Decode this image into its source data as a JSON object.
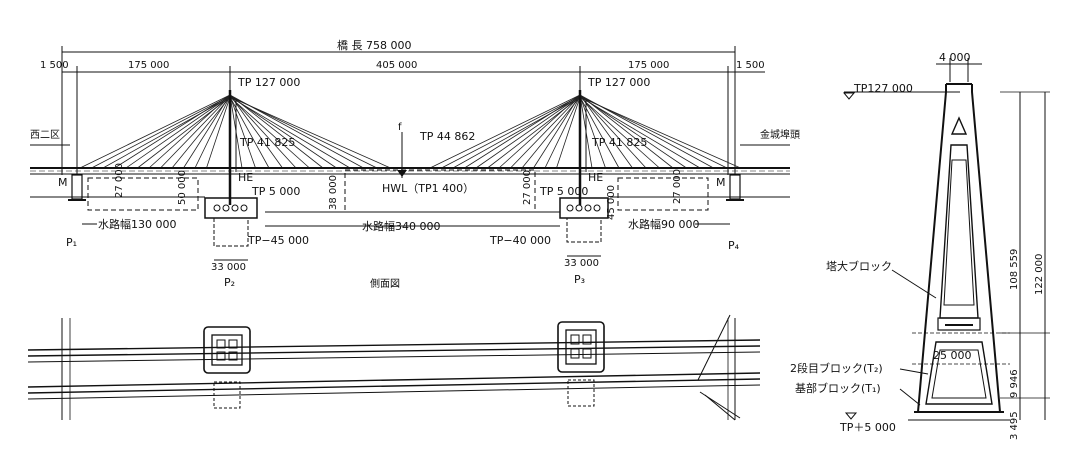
{
  "dims": {
    "total": "橋 長 758 000",
    "left_end": "1 500",
    "right_end": "1 500",
    "side_left": "175 000",
    "center": "405 000",
    "side_right": "175 000"
  },
  "labels": {
    "tp_top_left": "TP 127 000",
    "tp_top_right": "TP 127 000",
    "tp_girder_left": "TP 41 825",
    "tp_girder_right": "TP 41 825",
    "tp_center": "TP 44 862",
    "tp_base_left": "TP 5 000",
    "tp_base_right": "TP 5 000",
    "hwl": "HWL（TP1 400）",
    "he_left": "HE",
    "he_right": "HE",
    "m_left": "M",
    "m_right": "M",
    "f_mark": "f",
    "west_area": "西二区",
    "east_area": "金城埠頭",
    "water_left": "水路幅130 000",
    "water_center": "水路幅340 000",
    "water_right": "水路幅90 000",
    "tp_found_left": "TP−45 000",
    "tp_found_right": "TP−40 000",
    "found_w_left": "33 000",
    "found_w_right": "33 000",
    "p1": "P₁",
    "p2": "P₂",
    "p3": "P₃",
    "p4": "P₄",
    "caption": "側面図",
    "v27_1": "27 000",
    "v50": "50 000",
    "v38": "38 000",
    "v27_2": "27 000",
    "v45": "45 000",
    "v27_3": "27 000"
  },
  "tower": {
    "top_width": "4 000",
    "top_level": "TP127 000",
    "height_total": "122 000",
    "height_upper": "108 559",
    "height_mid": "9 946",
    "height_base": "3 495",
    "base_width": "25 000",
    "block_top": "塔大ブロック",
    "block_second": "2段目ブロック(T₂)",
    "block_base": "基部ブロック(T₁)",
    "base_level": "TP＋5 000"
  }
}
